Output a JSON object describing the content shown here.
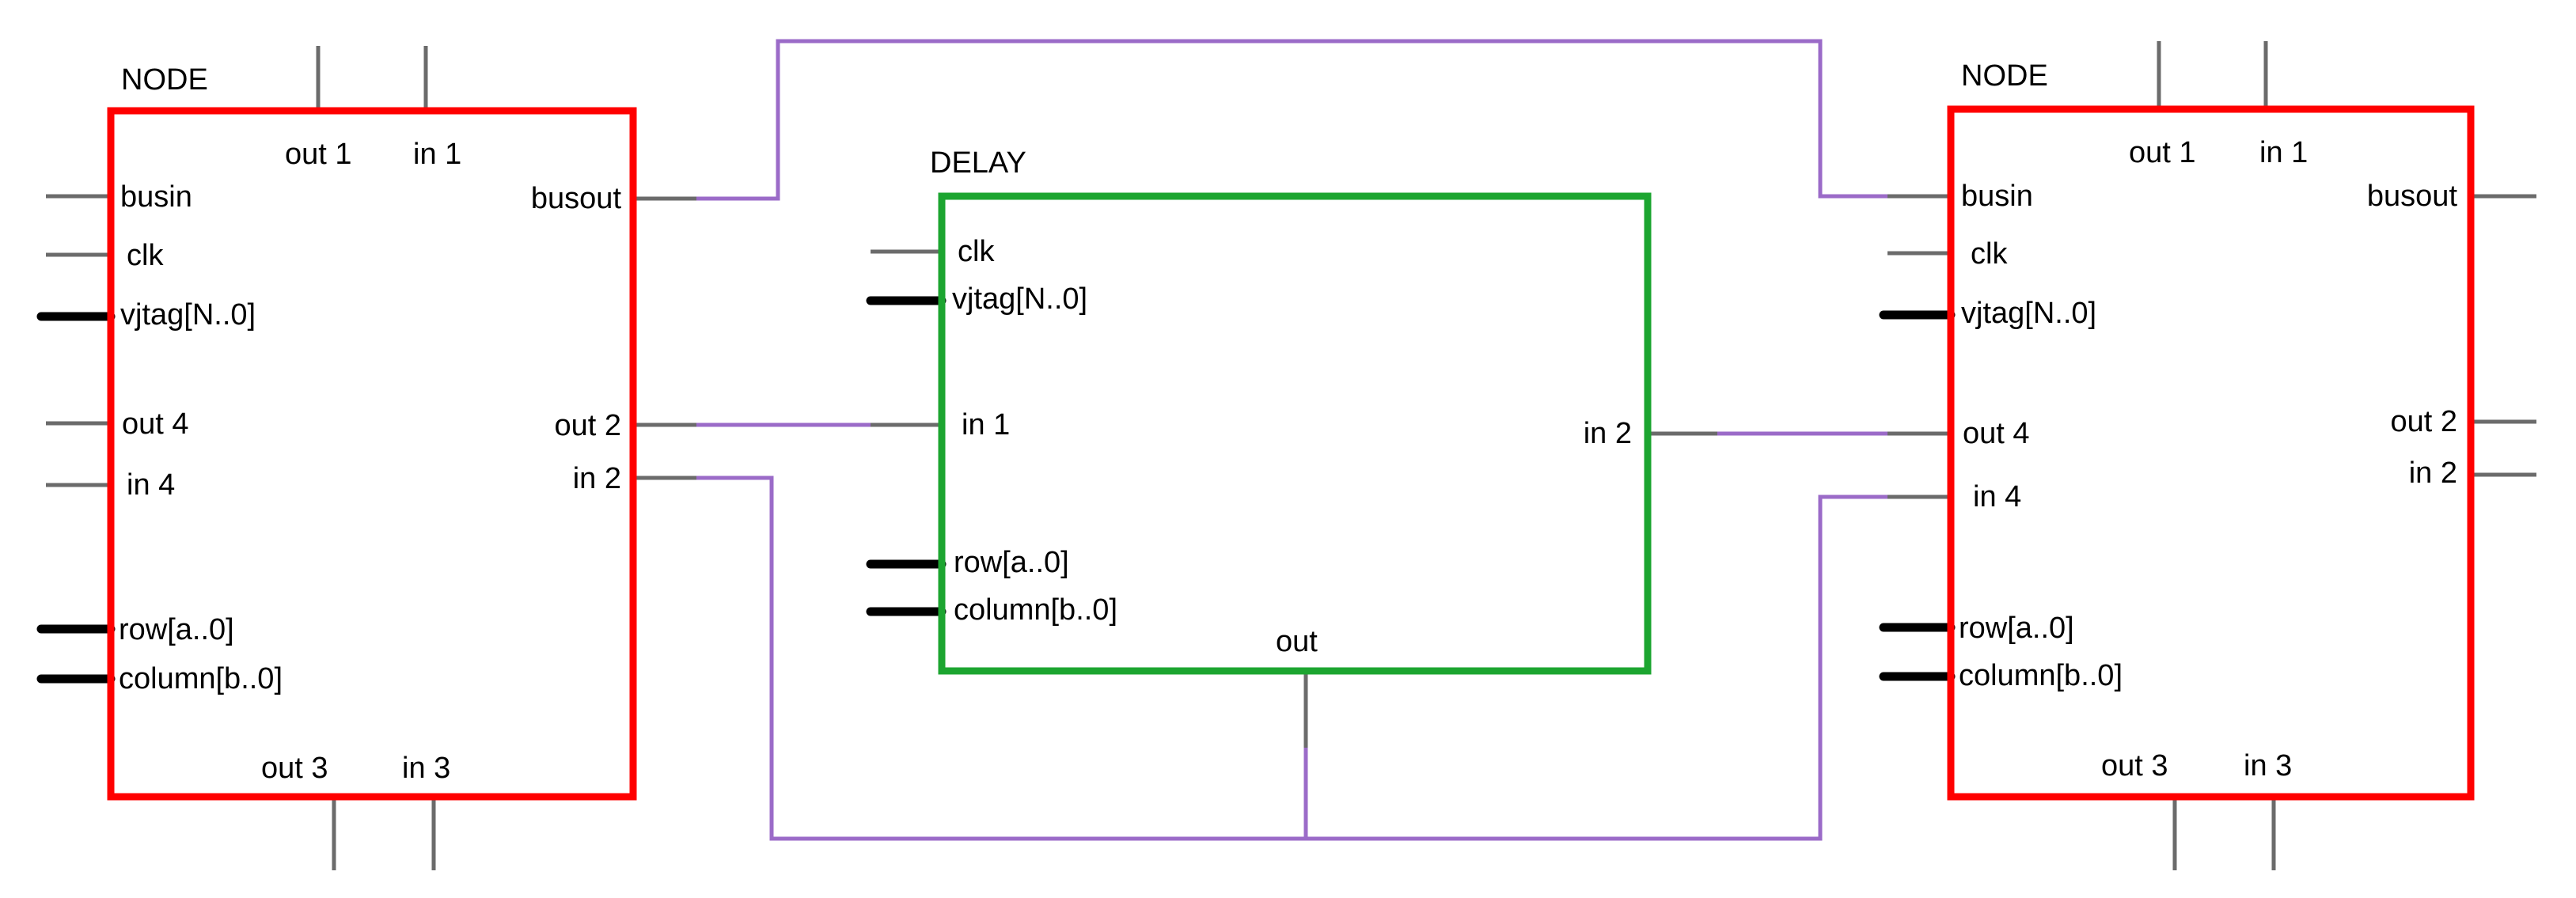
{
  "colors": {
    "node_border": "#ff0000",
    "delay_border": "#1ca530",
    "wire": "#9b6bc8",
    "pin": "#6b6b6b",
    "bus_pin": "#000000"
  },
  "node_left": {
    "title": "NODE",
    "pins": {
      "out1": "out 1",
      "in1": "in 1",
      "busin": "busin",
      "clk": "clk",
      "vjtag": "vjtag[N..0]",
      "out4": "out 4",
      "in4": "in 4",
      "row": "row[a..0]",
      "column": "column[b..0]",
      "busout": "busout",
      "out2": "out 2",
      "in2": "in 2",
      "out3": "out 3",
      "in3": "in 3"
    }
  },
  "delay": {
    "title": "DELAY",
    "pins": {
      "clk": "clk",
      "vjtag": "vjtag[N..0]",
      "in1": "in 1",
      "row": "row[a..0]",
      "column": "column[b..0]",
      "in2": "in 2",
      "out": "out"
    }
  },
  "node_right": {
    "title": "NODE",
    "pins": {
      "out1": "out 1",
      "in1": "in 1",
      "busin": "busin",
      "clk": "clk",
      "vjtag": "vjtag[N..0]",
      "out4": "out 4",
      "in4": "in 4",
      "row": "row[a..0]",
      "column": "column[b..0]",
      "busout": "busout",
      "out2": "out 2",
      "in2": "in 2",
      "out3": "out 3",
      "in3": "in 3"
    }
  }
}
